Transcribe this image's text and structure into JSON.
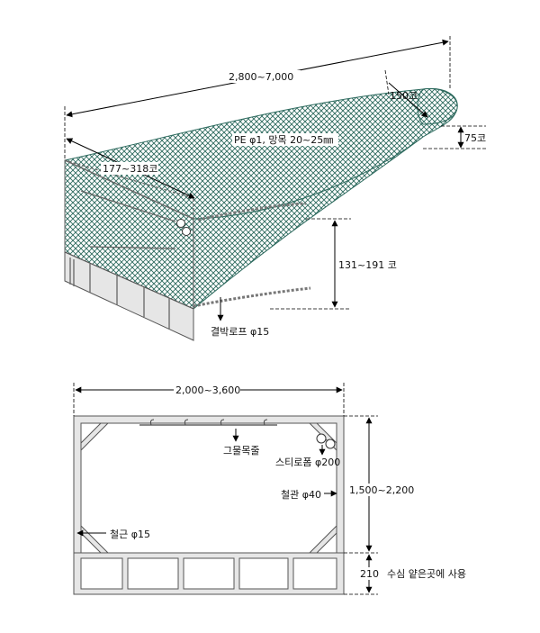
{
  "top_view": {
    "total_length": "2,800~7,000",
    "end_width": "150코",
    "end_drop": "75코",
    "net_spec": "PE φ1, 망목 20~25㎜",
    "mouth_width": "177~318코",
    "mouth_height": "131~191 코",
    "rope": "결박로프 φ15"
  },
  "frame_view": {
    "width": "2,000~3,600",
    "height": "1,500~2,200",
    "bottom_height": "210",
    "bottom_note": "수심  얕은곳에  사용",
    "net_ring": "그물목줄",
    "float": "스티로폼 φ200",
    "pipe": "철관 φ40",
    "rod": "철근 φ15"
  },
  "colors": {
    "net": "#2d6a5e",
    "frame": "#e6e6e6",
    "line": "#000000"
  }
}
